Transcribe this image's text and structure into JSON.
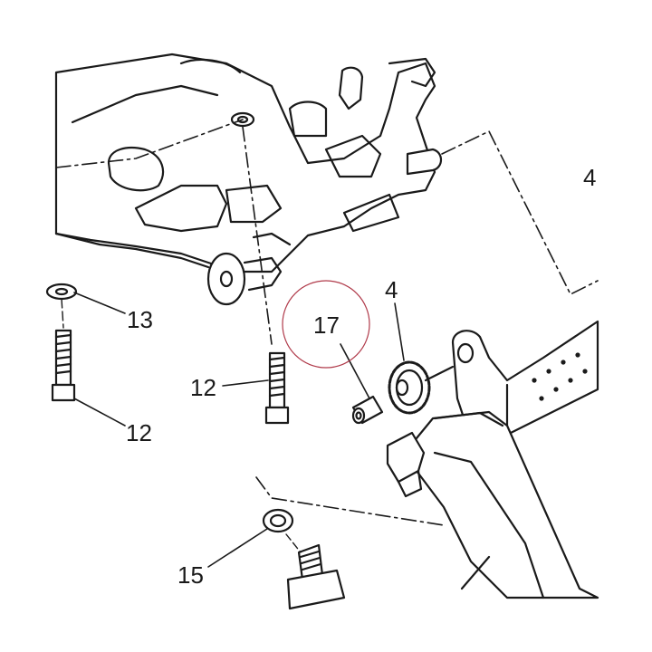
{
  "callouts": {
    "part_4_right": "4",
    "part_13": "13",
    "part_17": "17",
    "part_4": "4",
    "part_12_mid": "12",
    "part_12_low": "12",
    "part_15": "15"
  },
  "colors": {
    "line": "#1a1a1a",
    "fill": "#ffffff",
    "highlight_circle": "#b03a4a"
  }
}
